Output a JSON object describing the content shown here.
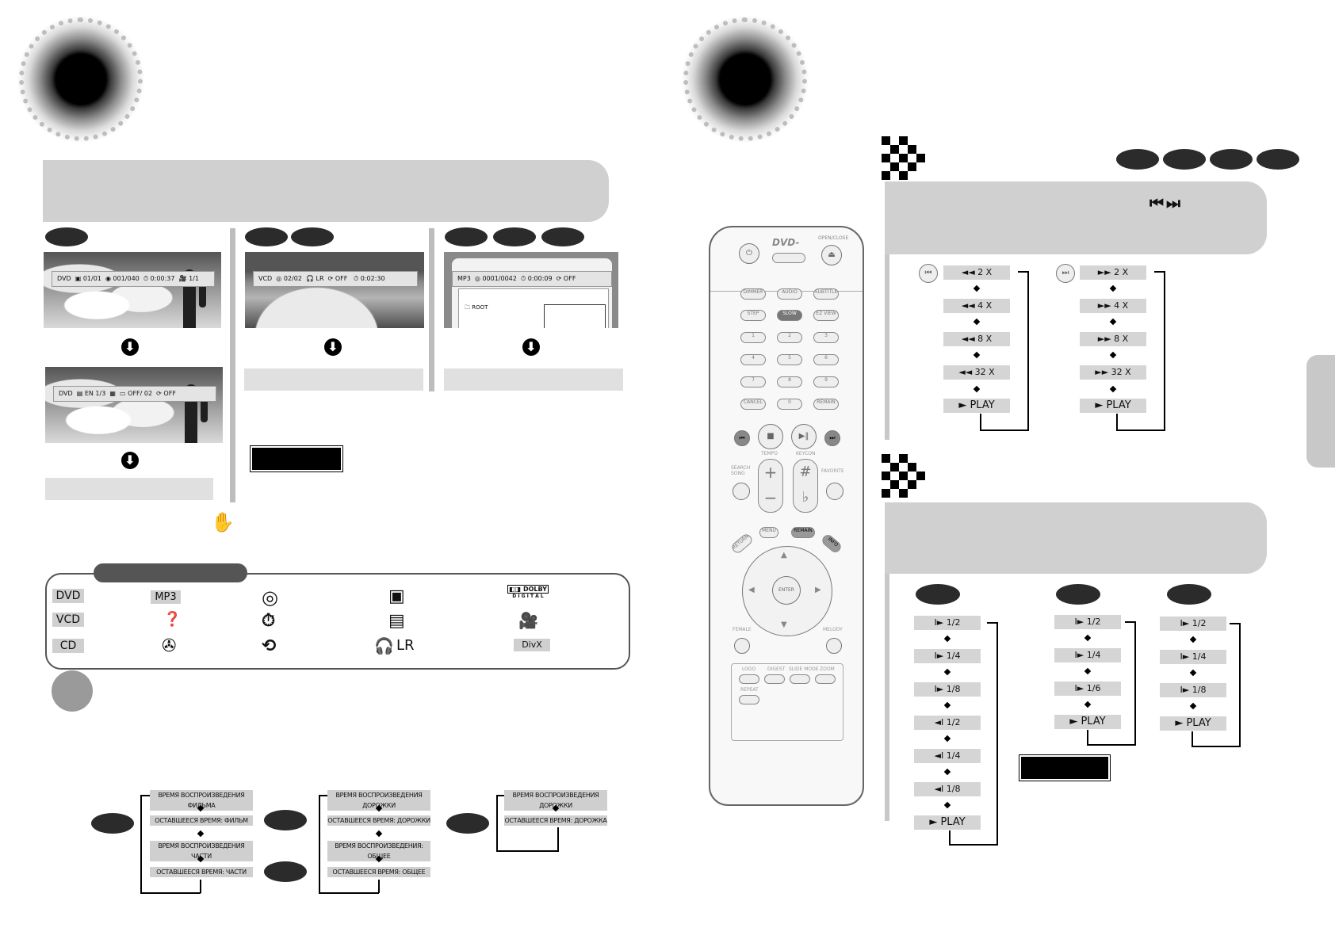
{
  "left": {
    "osd_dvd1": {
      "disc": "DVD",
      "title": "01/01",
      "chapter": "001/040",
      "time": "0:00:37",
      "angle": "1/1"
    },
    "osd_dvd2": {
      "disc": "DVD",
      "lang": "EN 1/3",
      "sub": "OFF/ 02",
      "repeat": "OFF"
    },
    "osd_vcd": {
      "disc": "VCD",
      "track": "02/02",
      "audio": "LR",
      "repeat": "OFF",
      "time": "0:02:30"
    },
    "osd_mp3": {
      "disc": "MP3",
      "track": "0001/0042",
      "time": "0:00:09",
      "repeat": "OFF",
      "folder": "ROOT"
    },
    "legend": {
      "discs": [
        "DVD",
        "VCD",
        "CD"
      ],
      "col2": [
        "MP3"
      ],
      "audio_label": "LR",
      "dolby": "DOLBY",
      "dolby_sub": "D I G I T A L",
      "divx": "DivX"
    },
    "flow_dvd": [
      "ВРЕМЯ ВОСПРОИЗВЕДЕНИЯ ФИЛЬМА",
      "ОСТАВШЕЕСЯ ВРЕМЯ: ФИЛЬМ",
      "ВРЕМЯ ВОСПРОИЗВЕДЕНИЯ ЧАСТИ",
      "ОСТАВШЕЕСЯ ВРЕМЯ: ЧАСТИ"
    ],
    "flow_vcd": [
      "ВРЕМЯ ВОСПРОИЗВЕДЕНИЯ ДОРОЖКИ",
      "ОСТАВШЕЕСЯ ВРЕМЯ: ДОРОЖКИ",
      "ВРЕМЯ ВОСПРОИЗВЕДЕНИЯ: ОБЩЕЕ",
      "ОСТАВШЕЕСЯ ВРЕМЯ: ОБЩЕЕ"
    ],
    "flow_mp3": [
      "ВРЕМЯ ВОСПРОИЗВЕДЕНИЯ ДОРОЖКИ",
      "ОСТАВШЕЕСЯ ВРЕМЯ: ДОРОЖКА"
    ]
  },
  "right": {
    "skip_icons": "⏮ ⏭",
    "rew": [
      "◄◄  2 X",
      "◄◄  4 X",
      "◄◄  8 X",
      "◄◄  32 X",
      "►  PLAY"
    ],
    "fwd": [
      "►►  2 X",
      "►►  4 X",
      "►►  8 X",
      "►►  32 X",
      "►  PLAY"
    ],
    "slow1": [
      "I►  1/2",
      "I►  1/4",
      "I►  1/8",
      "◄I  1/2",
      "◄I  1/4",
      "◄I  1/8",
      "►  PLAY"
    ],
    "slow2": [
      "I►  1/2",
      "I►  1/4",
      "I►  1/6",
      "►  PLAY"
    ],
    "slow3": [
      "I►  1/2",
      "I►  1/4",
      "I►  1/8",
      "►  PLAY"
    ],
    "remote": {
      "brand": "DVD-",
      "open_close": "OPEN/CLOSE",
      "row1": [
        "DIMMER",
        "AUDIO",
        "SUBTITLE"
      ],
      "row2": [
        "STEP",
        "SLOW",
        "EZ VIEW"
      ],
      "nums": [
        "1",
        "2",
        "3",
        "4",
        "5",
        "6",
        "7",
        "8",
        "9",
        "CANCEL",
        "0",
        "REMAIN"
      ],
      "tempo": "TEMPO",
      "keycon": "KEYCON",
      "search": "SEARCH SONG",
      "favorite": "FAVORITE",
      "menu": "MENU",
      "remain2": "REMAIN",
      "info": "INFO",
      "return": "RETURN",
      "enter": "ENTER",
      "female": "FEMALE",
      "melody": "MELODY",
      "bottom": [
        "LOGO",
        "DIGEST",
        "SLIDE MODE",
        "ZOOM"
      ],
      "repeat": "REPEAT"
    }
  }
}
